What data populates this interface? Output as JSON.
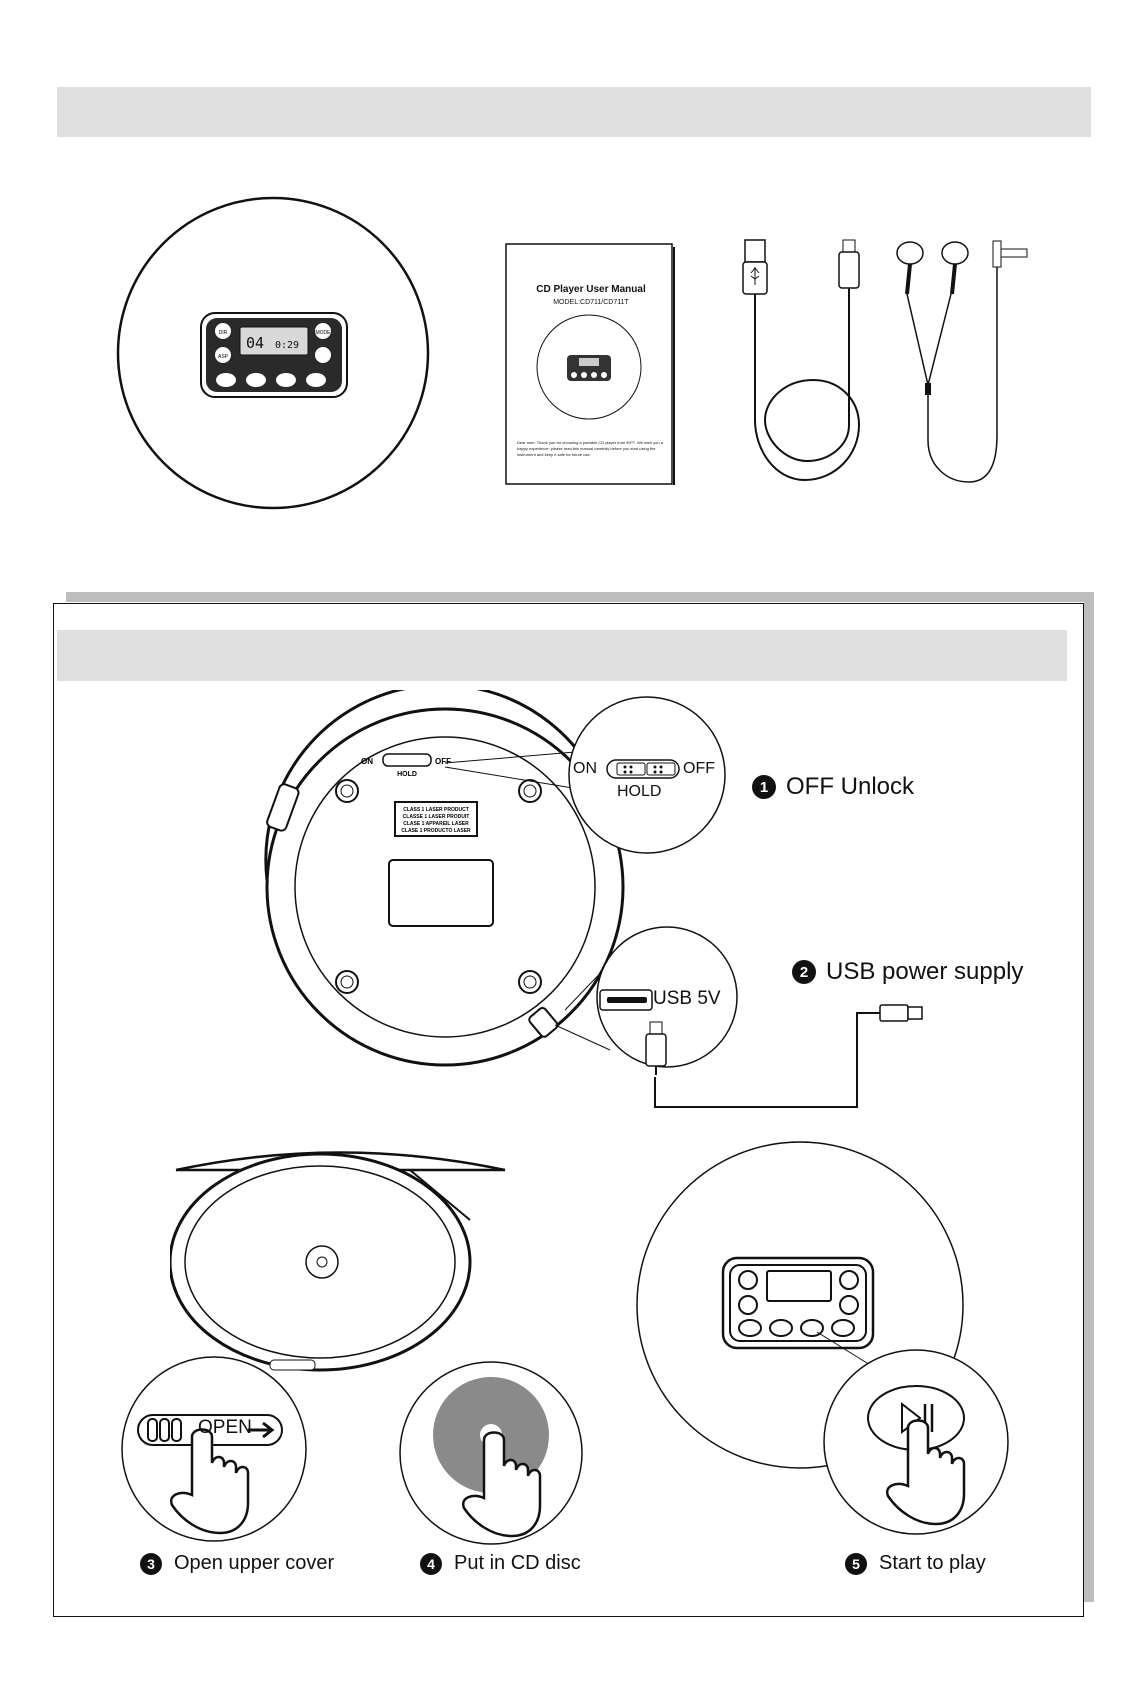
{
  "package": {
    "manual": {
      "title": "CD Player User Manual",
      "model": "MODEL:CD711/CD711T",
      "body_text": "Dear user: Thank you for choosing a portable CD player from IKPT. We wish you a happy experience; please read this manual carefully before you start using the instrument and keep it safe for future use."
    },
    "player_buttons": {
      "dir": "DIR",
      "asp": "ASP",
      "mode": "MODE",
      "lcd_value": "04",
      "lcd_time": "0:29"
    }
  },
  "steps": {
    "step1": {
      "number": "1",
      "label": "OFF Unlock"
    },
    "step2": {
      "number": "2",
      "label": "USB power supply"
    },
    "step3": {
      "number": "3",
      "label": "Open upper cover"
    },
    "step4": {
      "number": "4",
      "label": "Put in CD disc"
    },
    "step5": {
      "number": "5",
      "label": "Start to play"
    }
  },
  "callouts": {
    "hold_on": "ON",
    "hold_off": "OFF",
    "hold_label": "HOLD",
    "usb_label": "USB 5V",
    "open_label": "OPEN",
    "laser_lines": [
      "CLASS 1 LASER PRODUCT",
      "CLASSE 1 LASER PRODUIT",
      "CLASE 1 APPAREIL LASER",
      "CLASE 1 PRODUCTO LASER"
    ]
  },
  "colors": {
    "header_bar": "#e0e0e0",
    "shadow": "#bdbdbd",
    "line": "#111111",
    "disc": "#8a8a8a"
  }
}
